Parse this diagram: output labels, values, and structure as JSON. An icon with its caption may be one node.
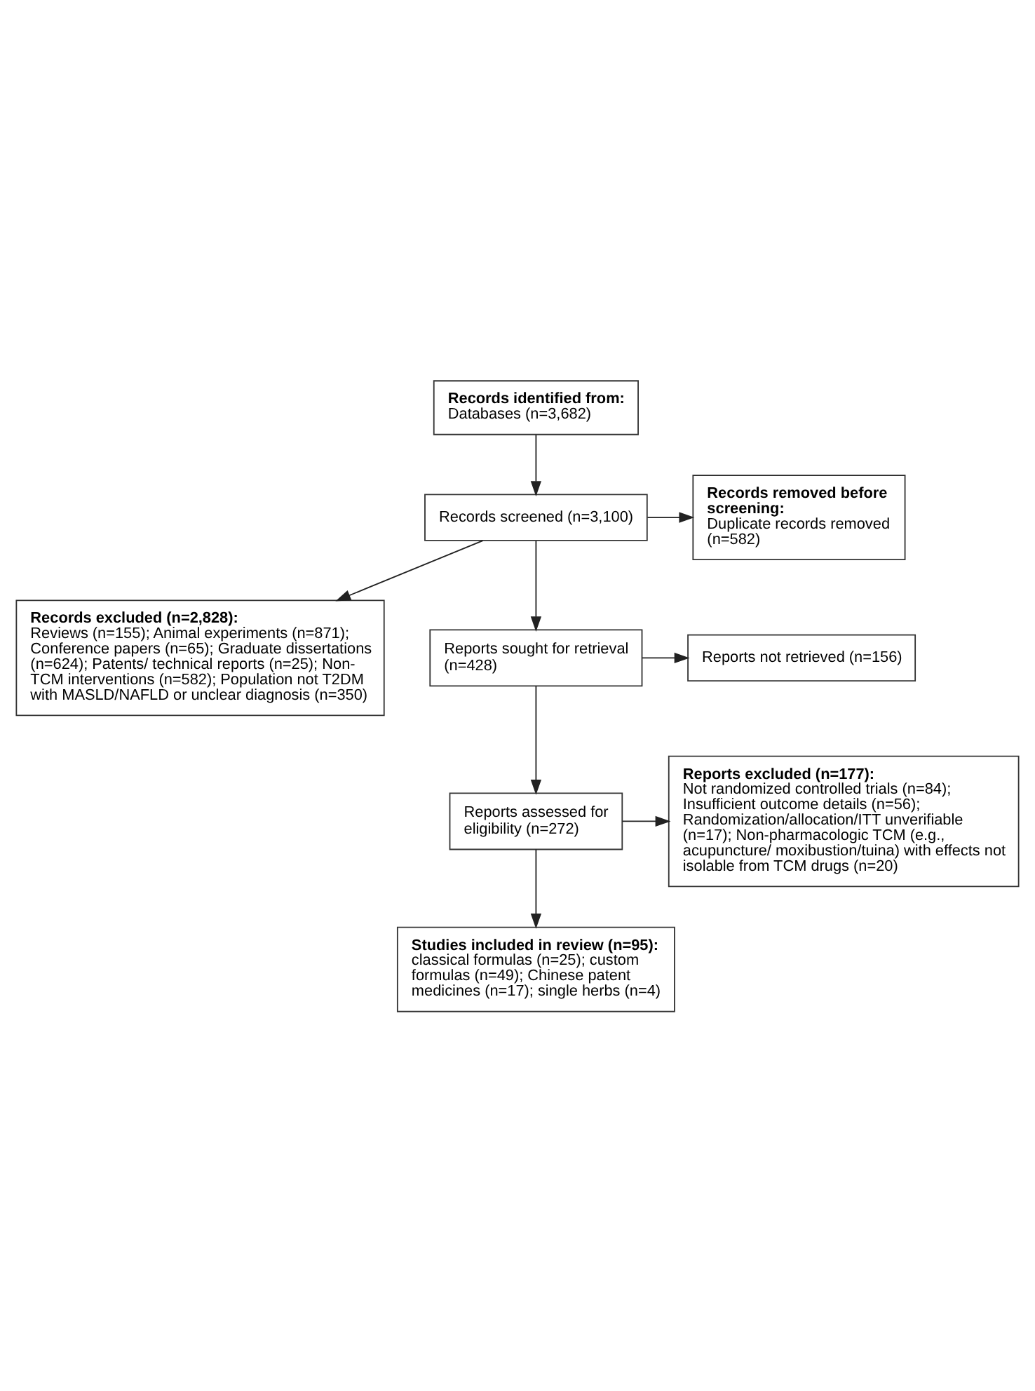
{
  "diagram": {
    "nodes": [
      {
        "text": [
          "Records identified from:",
          "Databases (n=3,682)"
        ]
      },
      {
        "text": [
          "Records screened (n=3,100)"
        ]
      },
      {
        "text": [
          "Records removed before screening:",
          "Duplicate records removed (n=582)"
        ]
      },
      {
        "text": [
          "Records excluded (n=2,828):",
          "Reviews (n=155); Animal experiments (n=871); Conference papers (n=65); Graduate dissertations (n=624); Patents/ technical reports (n=25); Non-TCM interventions (n=582); Population not T2DM with MASLD/NAFLD or unclear diagnosis (n=350)"
        ]
      },
      {
        "text": [
          "Reports sought for retrieval (n=428)"
        ]
      },
      {
        "text": [
          "Reports not retrieved (n=156)"
        ]
      },
      {
        "text": [
          "Reports assessed for eligibility (n=272)"
        ]
      },
      {
        "text": [
          "Reports excluded (n=177):",
          "Not randomized controlled trials (n=84); Insufficient outcome details (n=56); Randomization/allocation/ITT unverifiable (n=17); Non-pharmacologic TCM (e.g., acupuncture/ moxibustion/tuina) with effects not isolable from TCM drugs (n=20)"
        ]
      },
      {
        "text": [
          "Studies included in review (n=95):",
          "classical formulas (n=25); custom formulas (n=49); Chinese patent medicines (n=17); single herbs (n=4)"
        ]
      }
    ],
    "edges": [
      {
        "from": 0,
        "to": 1,
        "arrow": "to"
      },
      {
        "from": 1,
        "to": 2,
        "arrow": "to"
      },
      {
        "from": 1,
        "to": 3,
        "arrow": "to"
      },
      {
        "from": 1,
        "to": 4,
        "arrow": "to"
      },
      {
        "from": 4,
        "to": 5,
        "arrow": "to"
      },
      {
        "from": 4,
        "to": 6,
        "arrow": "to"
      },
      {
        "from": 6,
        "to": 7,
        "arrow": "to"
      },
      {
        "from": 6,
        "to": 8,
        "arrow": "to"
      }
    ]
  }
}
